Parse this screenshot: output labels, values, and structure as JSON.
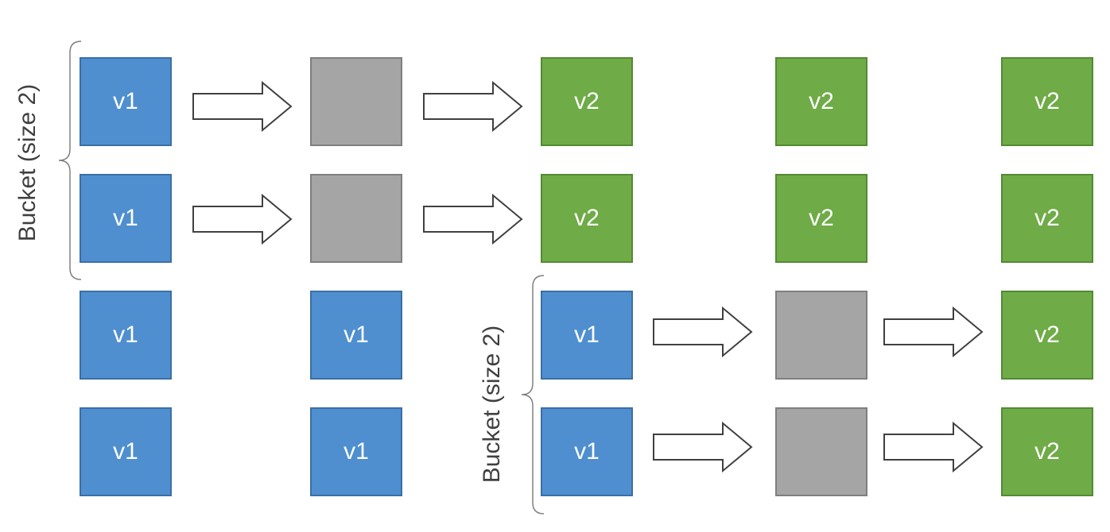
{
  "bucket_labels": [
    "Bucket (size 2)",
    "Bucket (size 2)"
  ],
  "boxes": [
    {
      "kind": "v1",
      "label": "v1"
    },
    {
      "kind": "empty",
      "label": ""
    },
    {
      "kind": "v2",
      "label": "v2"
    },
    {
      "kind": "v2",
      "label": "v2"
    },
    {
      "kind": "v2",
      "label": "v2"
    },
    {
      "kind": "v1",
      "label": "v1"
    },
    {
      "kind": "empty",
      "label": ""
    },
    {
      "kind": "v2",
      "label": "v2"
    },
    {
      "kind": "v2",
      "label": "v2"
    },
    {
      "kind": "v2",
      "label": "v2"
    },
    {
      "kind": "v1",
      "label": "v1"
    },
    {
      "kind": "v1",
      "label": "v1"
    },
    {
      "kind": "v1",
      "label": "v1"
    },
    {
      "kind": "empty",
      "label": ""
    },
    {
      "kind": "v2",
      "label": "v2"
    },
    {
      "kind": "v1",
      "label": "v1"
    },
    {
      "kind": "v1",
      "label": "v1"
    },
    {
      "kind": "v1",
      "label": "v1"
    },
    {
      "kind": "empty",
      "label": ""
    },
    {
      "kind": "v2",
      "label": "v2"
    }
  ]
}
